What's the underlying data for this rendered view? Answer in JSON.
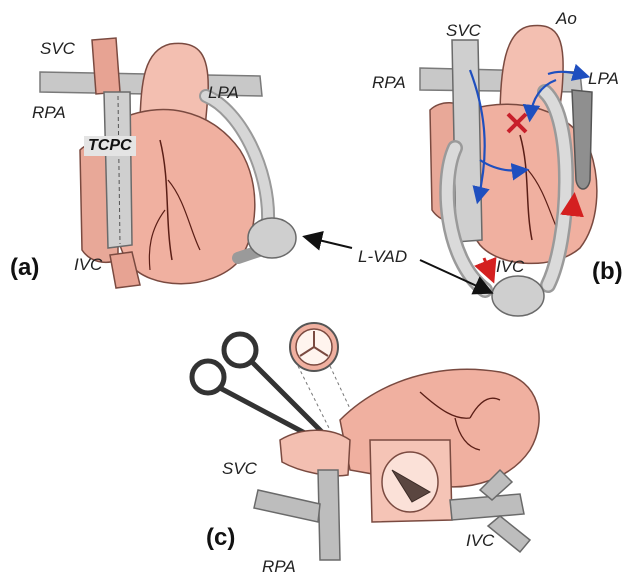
{
  "panels": {
    "a": {
      "panel_label": "(a)",
      "labels": {
        "svc": "SVC",
        "rpa": "RPA",
        "tcpc": "TCPC",
        "lpa": "LPA",
        "ivc": "IVC"
      }
    },
    "b": {
      "panel_label": "(b)",
      "labels": {
        "svc": "SVC",
        "ao": "Ao",
        "rpa": "RPA",
        "lpa": "LPA",
        "ivc": "IVC"
      }
    },
    "c": {
      "panel_label": "(c)",
      "labels": {
        "svc": "SVC",
        "rpa": "RPA",
        "ivc": "IVC"
      }
    }
  },
  "shared": {
    "lvad": "L-VAD"
  },
  "colors": {
    "heart": "#f0b0a0",
    "heart_outline": "#7a4a40",
    "vessel_gray": "#c8c8c8",
    "vessel_dark": "#9a9a9a",
    "artery": "#f3bfb1",
    "flow_arrow": "#1f4fbf",
    "red_arrow": "#d42020",
    "coronary": "#5a1e16"
  }
}
